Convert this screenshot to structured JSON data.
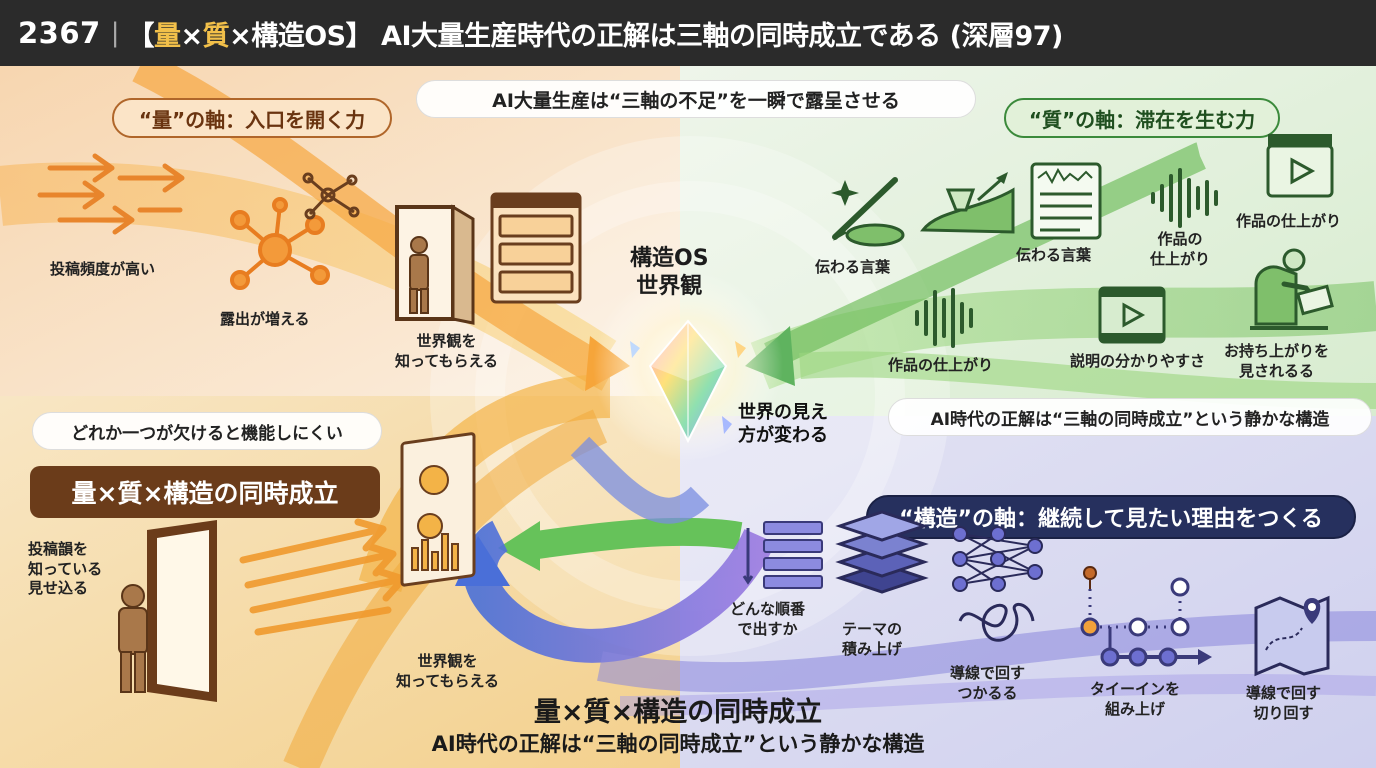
{
  "header": {
    "number": "2367",
    "separator": "|",
    "bracket_open": "【",
    "word_quantity": "量",
    "times1": "×",
    "word_quality": "質",
    "times2": "×構造OS】",
    "title_rest": "AI大量生産時代の正解は三軸の同時成立である (深層97)"
  },
  "banner_top": "AI大量生産は“三軸の不足”を一瞬で露呈させる",
  "quantity_axis": {
    "pill": "“量”の軸：入口を開く力",
    "labels": {
      "posting_frequency": "投稿頻度が高い",
      "exposure": "露出が増える",
      "worldview_known": "世界観を\n知ってもらえる"
    }
  },
  "quality_axis": {
    "pill": "“質”の軸：滞在を生む力",
    "labels": {
      "words_convey_1": "伝わる言葉",
      "words_convey_2": "伝わる言葉",
      "finish_1": "作品の\n仕上がり",
      "finish_2": "作品の仕上がり",
      "finish_3": "作品の仕上がり",
      "clarity": "説明の分かりやすさ",
      "lifted": "お持ち上がりを\n見されるる"
    }
  },
  "center": {
    "title": "構造OS\n世界観",
    "sub": "世界の見え\n方が変わる"
  },
  "note_right": "AI時代の正解は“三軸の同時成立”という静かな構造",
  "note_left": "どれか一つが欠けると機能しにくい",
  "left_brown_pill": "量×質×構造の同時成立",
  "left_labels": {
    "know_posting": "投稿韻を\n知っている\n見せ込る",
    "worldview_known_bottom": "世界観を\n知ってもらえる"
  },
  "structure_axis": {
    "pill": "“構造”の軸：継続して見たい理由をつくる",
    "labels": {
      "order": "どんな順番\nで出すか",
      "theme": "テーマの\n積み上げ",
      "flow_connect": "導線で回す\nつかるる",
      "tie_in": "タイーインを\n組み上げ",
      "flow_cycle": "導線で回す\n切り回す"
    }
  },
  "bottom": {
    "title": "量×質×構造の同時成立",
    "subtitle": "AI時代の正解は“三軸の同時成立”という静かな構造"
  },
  "colors": {
    "header_bg": "#2b2b2b",
    "highlight": "#f2c04a",
    "quantity": "#f0a030",
    "quality": "#5fb35f",
    "structure": "#6d6fd0",
    "navy": "#26305e",
    "brown": "#6b3c1a"
  },
  "icons": [
    "arrows-right-icon",
    "network-node-icon",
    "network-small-icon",
    "door-person-icon",
    "document-list-icon",
    "crystal-diamond-icon",
    "brush-icon",
    "pen-tool-icon",
    "text-document-icon",
    "soundwave-icon",
    "video-clip-icon",
    "video-play-icon",
    "person-laptop-icon",
    "list-order-icon",
    "layers-stack-icon",
    "neural-network-icon",
    "tangle-icon",
    "path-route-icon",
    "map-pin-icon",
    "door-light-icon",
    "chart-board-icon"
  ]
}
